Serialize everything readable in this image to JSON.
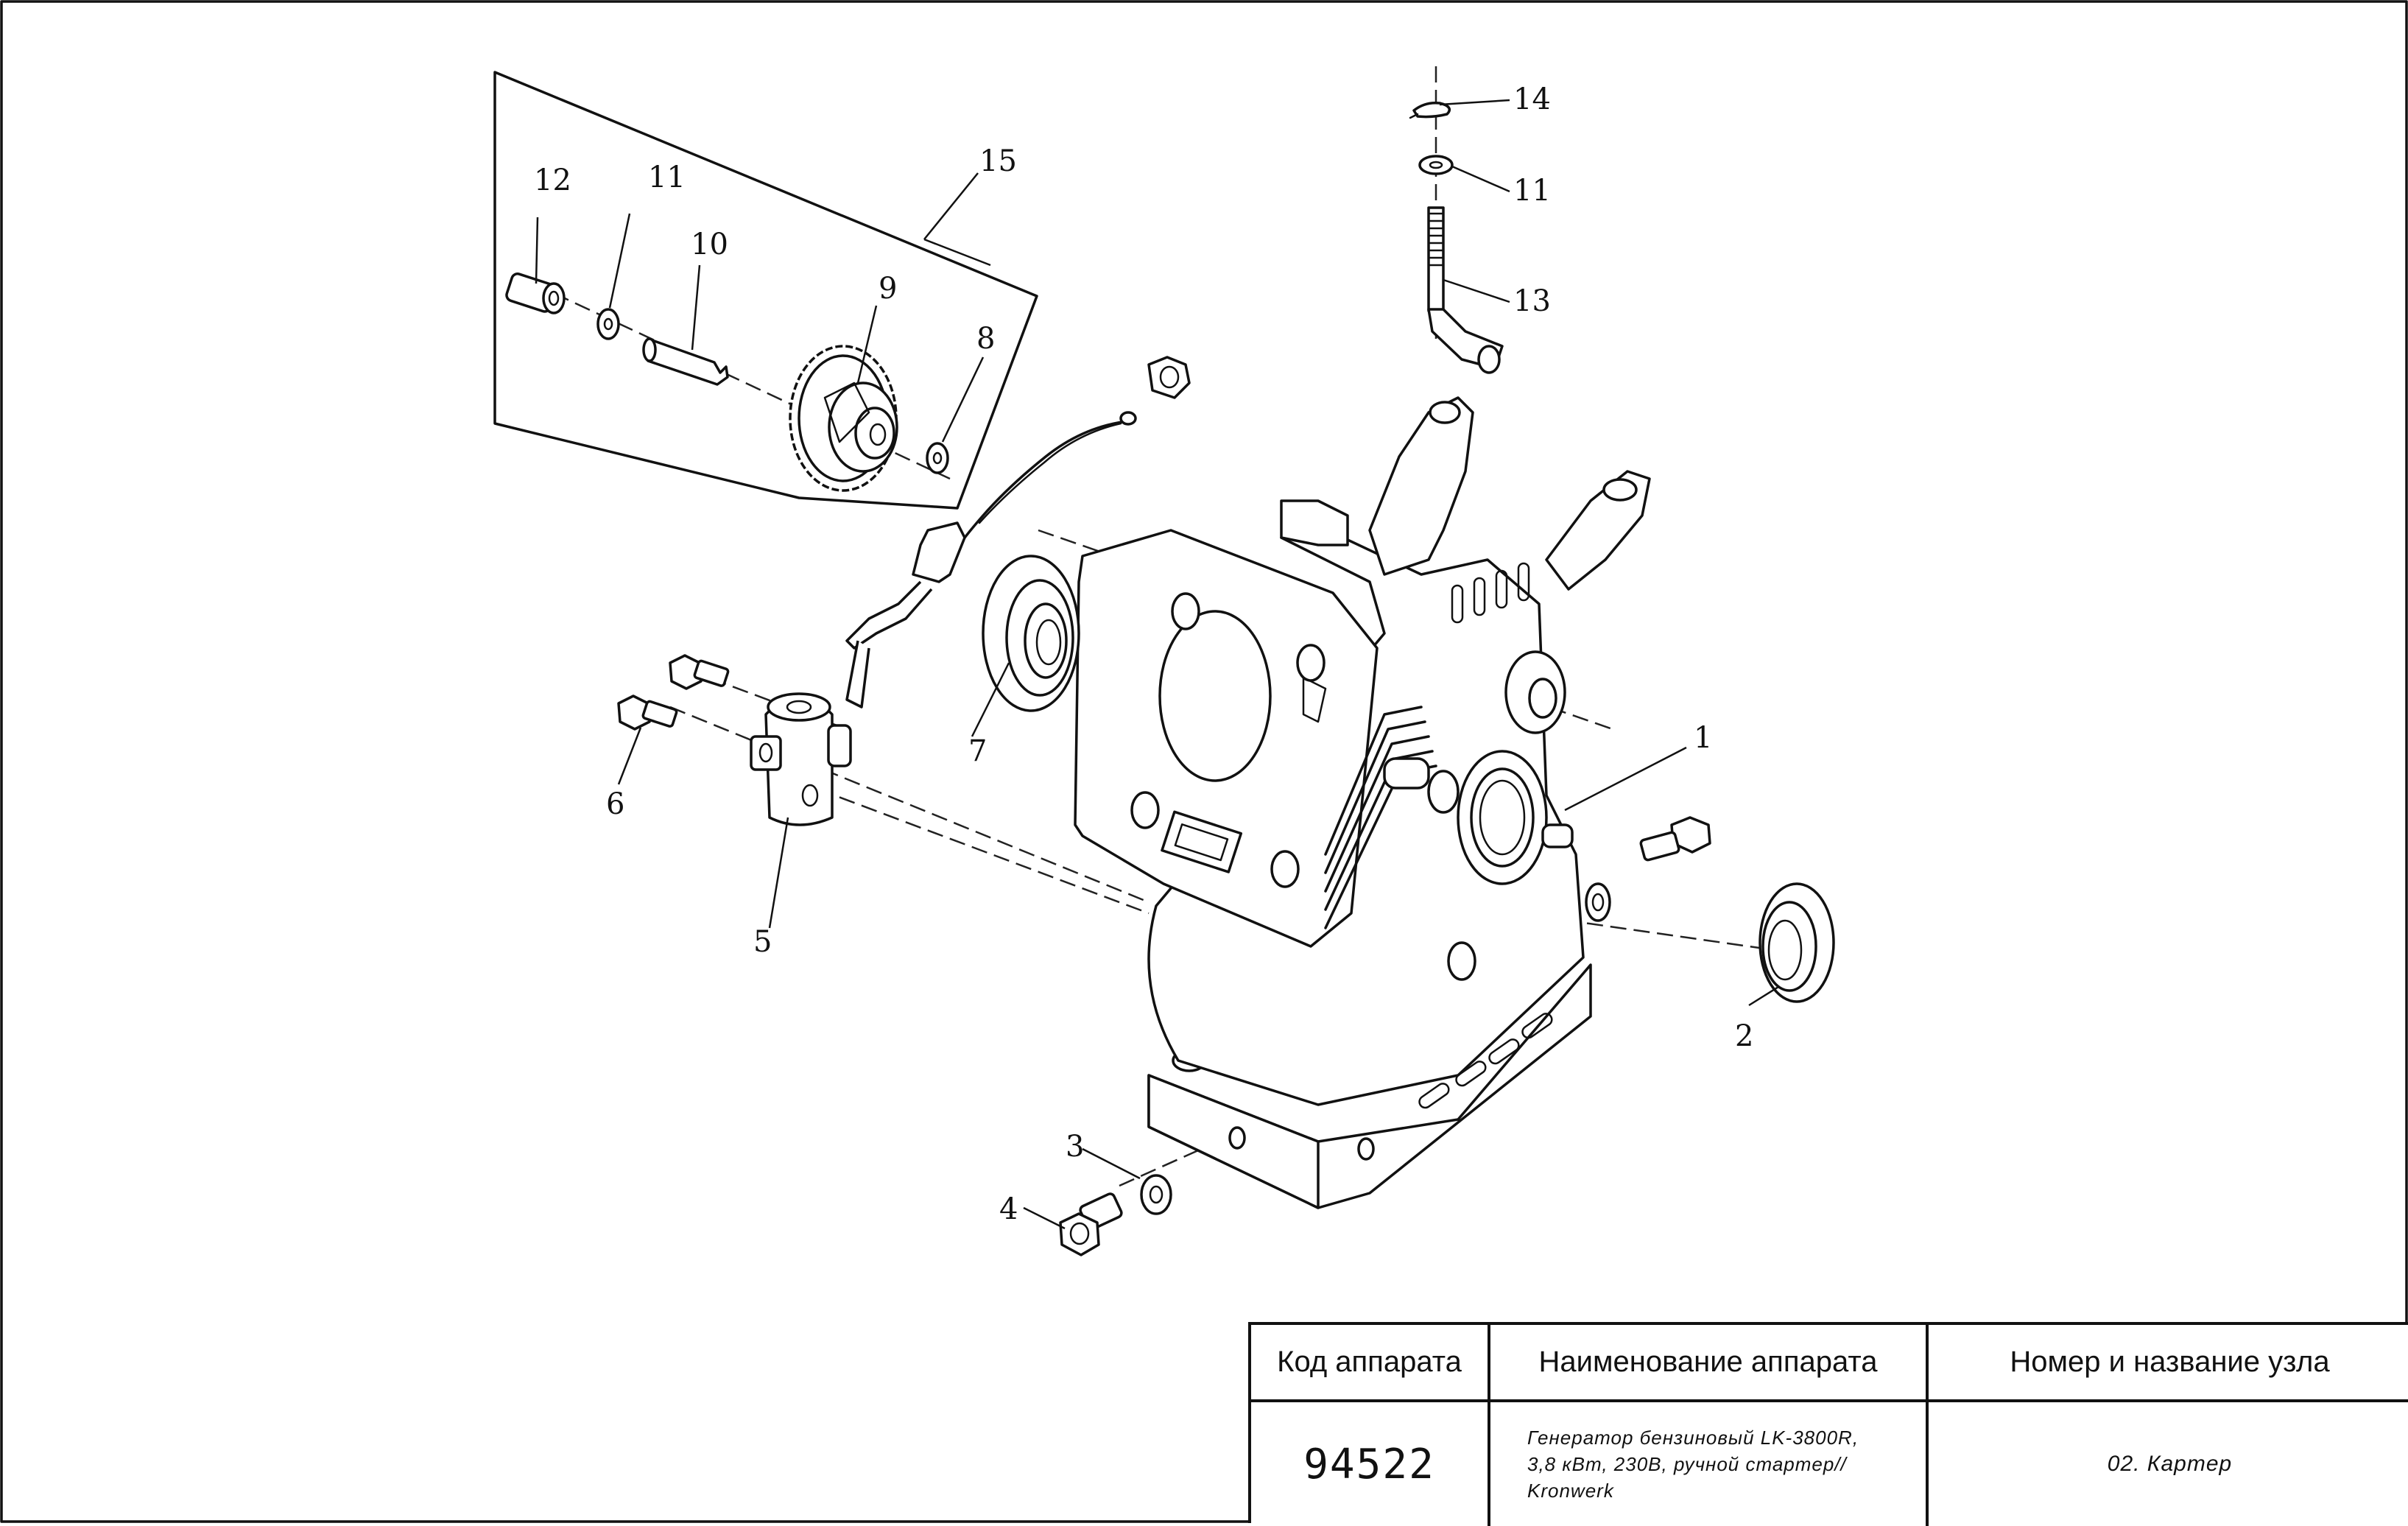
{
  "title_block": {
    "headers": {
      "code": "Код аппарата",
      "name": "Наименование аппарата",
      "unit": "Номер и название узла"
    },
    "values": {
      "code": "94522",
      "name_line1": "Генератор бензиновый LK-3800R,",
      "name_line2": "3,8 кВт, 230В, ручной стартер//",
      "name_line3": "Kronwerk",
      "unit": "02. Картер"
    }
  },
  "callouts": {
    "c1": "1",
    "c2": "2",
    "c3": "3",
    "c4": "4",
    "c5": "5",
    "c6": "6",
    "c7": "7",
    "c8": "8",
    "c9": "9",
    "c10": "10",
    "c11a": "11",
    "c11b": "11",
    "c12": "12",
    "c13": "13",
    "c14": "14",
    "c15": "15"
  }
}
